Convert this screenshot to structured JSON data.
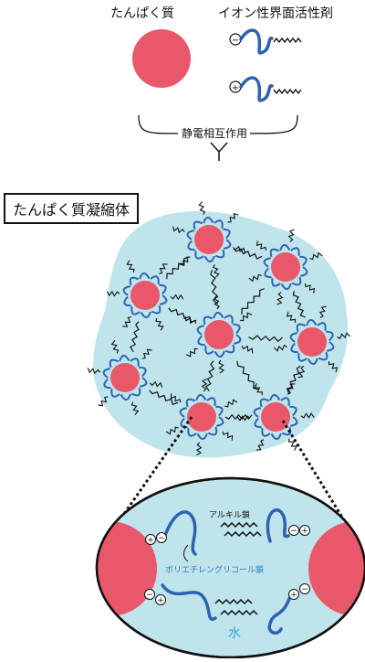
{
  "labels": {
    "protein": "たんぱく質",
    "surfactant": "イオン性界面活性剤",
    "interaction": "静電相互作用",
    "condensate": "たんぱく質凝縮体",
    "alkyl_chain": "アルキル鎖",
    "peg_chain": "ポリエチレングリコール鎖",
    "water": "水"
  },
  "colors": {
    "protein": "#e8576a",
    "polymer_chain": "#2c63b0",
    "condensate_bg": "#bfe4ec",
    "alkyl": "#111111",
    "water_text": "#3da3df"
  },
  "charges": {
    "negative": "−",
    "positive": "+"
  }
}
